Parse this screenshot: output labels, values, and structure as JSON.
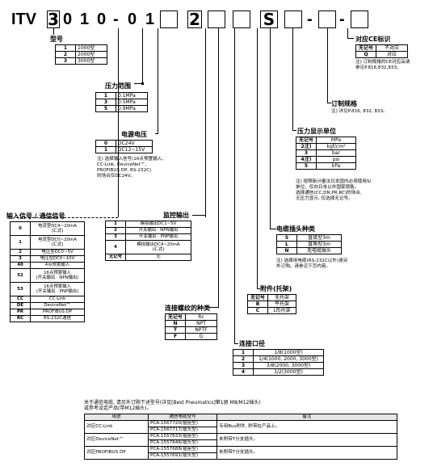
{
  "code": {
    "prefix": "ITV",
    "d1": "3",
    "d2": "0",
    "d3": "1",
    "d4": "0",
    "dash1": "-",
    "d5": "0",
    "d6": "1",
    "d7": "2",
    "d8": "S",
    "dash2": "-",
    "dash3": "-"
  },
  "model": {
    "title": "型号",
    "rows": [
      [
        "1",
        "1000型"
      ],
      [
        "2",
        "2000型"
      ],
      [
        "3",
        "3000型"
      ]
    ]
  },
  "pressure": {
    "title": "压力范围",
    "rows": [
      [
        "1",
        "0.1MPa"
      ],
      [
        "3",
        "0.5MPa"
      ],
      [
        "5",
        "0.9MPa"
      ]
    ]
  },
  "voltage": {
    "title": "电源电压",
    "rows": [
      [
        "0",
        "DC24V"
      ],
      [
        "1",
        "DC12~15V"
      ]
    ],
    "note": "注) 选择输入信号(16点预置输入、\nCC-Link, DeviceNet™、\nPROFIBUS DP, RS-232C)\n的场合仅DC24V。"
  },
  "input": {
    "title": "输入信号 / 通信信号",
    "rows": [
      [
        "0",
        "电流型DC4~20mA\n(汇式)"
      ],
      [
        "1",
        "电流型DC0~20mA\n(汇式)"
      ],
      [
        "2",
        "电压型DC0~5V"
      ],
      [
        "3",
        "电压型DC0~10V"
      ],
      [
        "40",
        "4点预置输入"
      ],
      [
        "52",
        "16点预置输入\n(开关输出 · NPN输出)"
      ],
      [
        "53",
        "16点预置输入\n(开关输出 · PNP输出)"
      ],
      [
        "CC",
        "CC-Link"
      ],
      [
        "DE",
        "DeviceNet™"
      ],
      [
        "PR",
        "PROFIBUS DP"
      ],
      [
        "RC",
        "RS-232C通信"
      ]
    ]
  },
  "monitor": {
    "title": "监控输出",
    "rows": [
      [
        "1",
        "模拟输出DC1~5V"
      ],
      [
        "2",
        "开关输出 · NPN输出"
      ],
      [
        "3",
        "开关输出 · PNP输出"
      ],
      [
        "4",
        "模拟输出DC4~20mA\n(汇式)"
      ]
    ],
    "none_key": "无记号",
    "none_val": "无"
  },
  "thread": {
    "title": "连接螺纹的种类",
    "head": [
      "无记号",
      "Rc"
    ],
    "rows": [
      [
        "N",
        "NPT"
      ],
      [
        "T",
        "NPTF"
      ],
      [
        "F",
        "G"
      ]
    ]
  },
  "port": {
    "title": "连接口径",
    "rows": [
      [
        "1",
        "1/8(1000型)"
      ],
      [
        "2",
        "1/4(1000, 2000, 3000型)"
      ],
      [
        "3",
        "3/8(2000, 3000型)"
      ],
      [
        "4",
        "1/2(3000型)"
      ]
    ]
  },
  "bracket": {
    "title": "附件(托架)",
    "rows": [
      [
        "无记号",
        "无托架"
      ],
      [
        "B",
        "平托架"
      ],
      [
        "C",
        "L形托架"
      ]
    ]
  },
  "cable": {
    "title": "电缆插头种类",
    "rows": [
      [
        "S",
        "直接型3m"
      ],
      [
        "L",
        "直角型3m"
      ],
      [
        "N",
        "无电缆插头"
      ]
    ],
    "note": "注) 选择用电缆(RS-232C以外)请另\n外订购。请参见下页内容。"
  },
  "display": {
    "title": "压力显示单位",
    "rows": [
      [
        "无记号",
        "MPa"
      ],
      [
        "2注)",
        "kgf/cm²"
      ],
      [
        "3",
        "bar"
      ],
      [
        "4注)",
        "psi"
      ],
      [
        "5",
        "kPa"
      ]
    ],
    "note": "注) 按照新计量法日本国内必须使用SI\n单位。仅向日本以外国家销售。\n选择通信(CC,DN,PR,RC)的场合,\n无压力显示, 仅选择无记号。"
  },
  "special": {
    "title": "订制规格",
    "note": "注) 详见P.816, 832, 833。"
  },
  "ce": {
    "title": "对应CE标识",
    "rows": [
      [
        "无记号",
        "不对应"
      ],
      [
        "Q",
        "对应"
      ]
    ],
    "note": "注) 订制规格的CE对应品请\n参见P.816,832,833。"
  },
  "bottom": {
    "intro": "关于通信电缆, 请另外订购下述型号(详见[Best Pneumatics]第1册 M8/M12插头)\n或参考设定产品(带M12插头)。",
    "head": [
      "用途",
      "通信电缆型号",
      "备注"
    ],
    "rows": [
      {
        "use": "对应CC-Link",
        "parts": [
          "PCA-1567720(插座型)",
          "PCA-1567717(插头型)"
        ],
        "note": "专用Bus附件, 附带在产品上。"
      },
      {
        "use": "对应DeviceNet™",
        "parts": [
          "PCA-1557633(插座型)",
          "PCA-1557646(插头型)"
        ],
        "note": "未附带T分支插头。"
      },
      {
        "use": "对应PROFIBUS DP",
        "parts": [
          "PCA-1557688(插座型)",
          "PCA-1557691(插头型)"
        ],
        "note": "未附带T分支插头。"
      }
    ]
  }
}
